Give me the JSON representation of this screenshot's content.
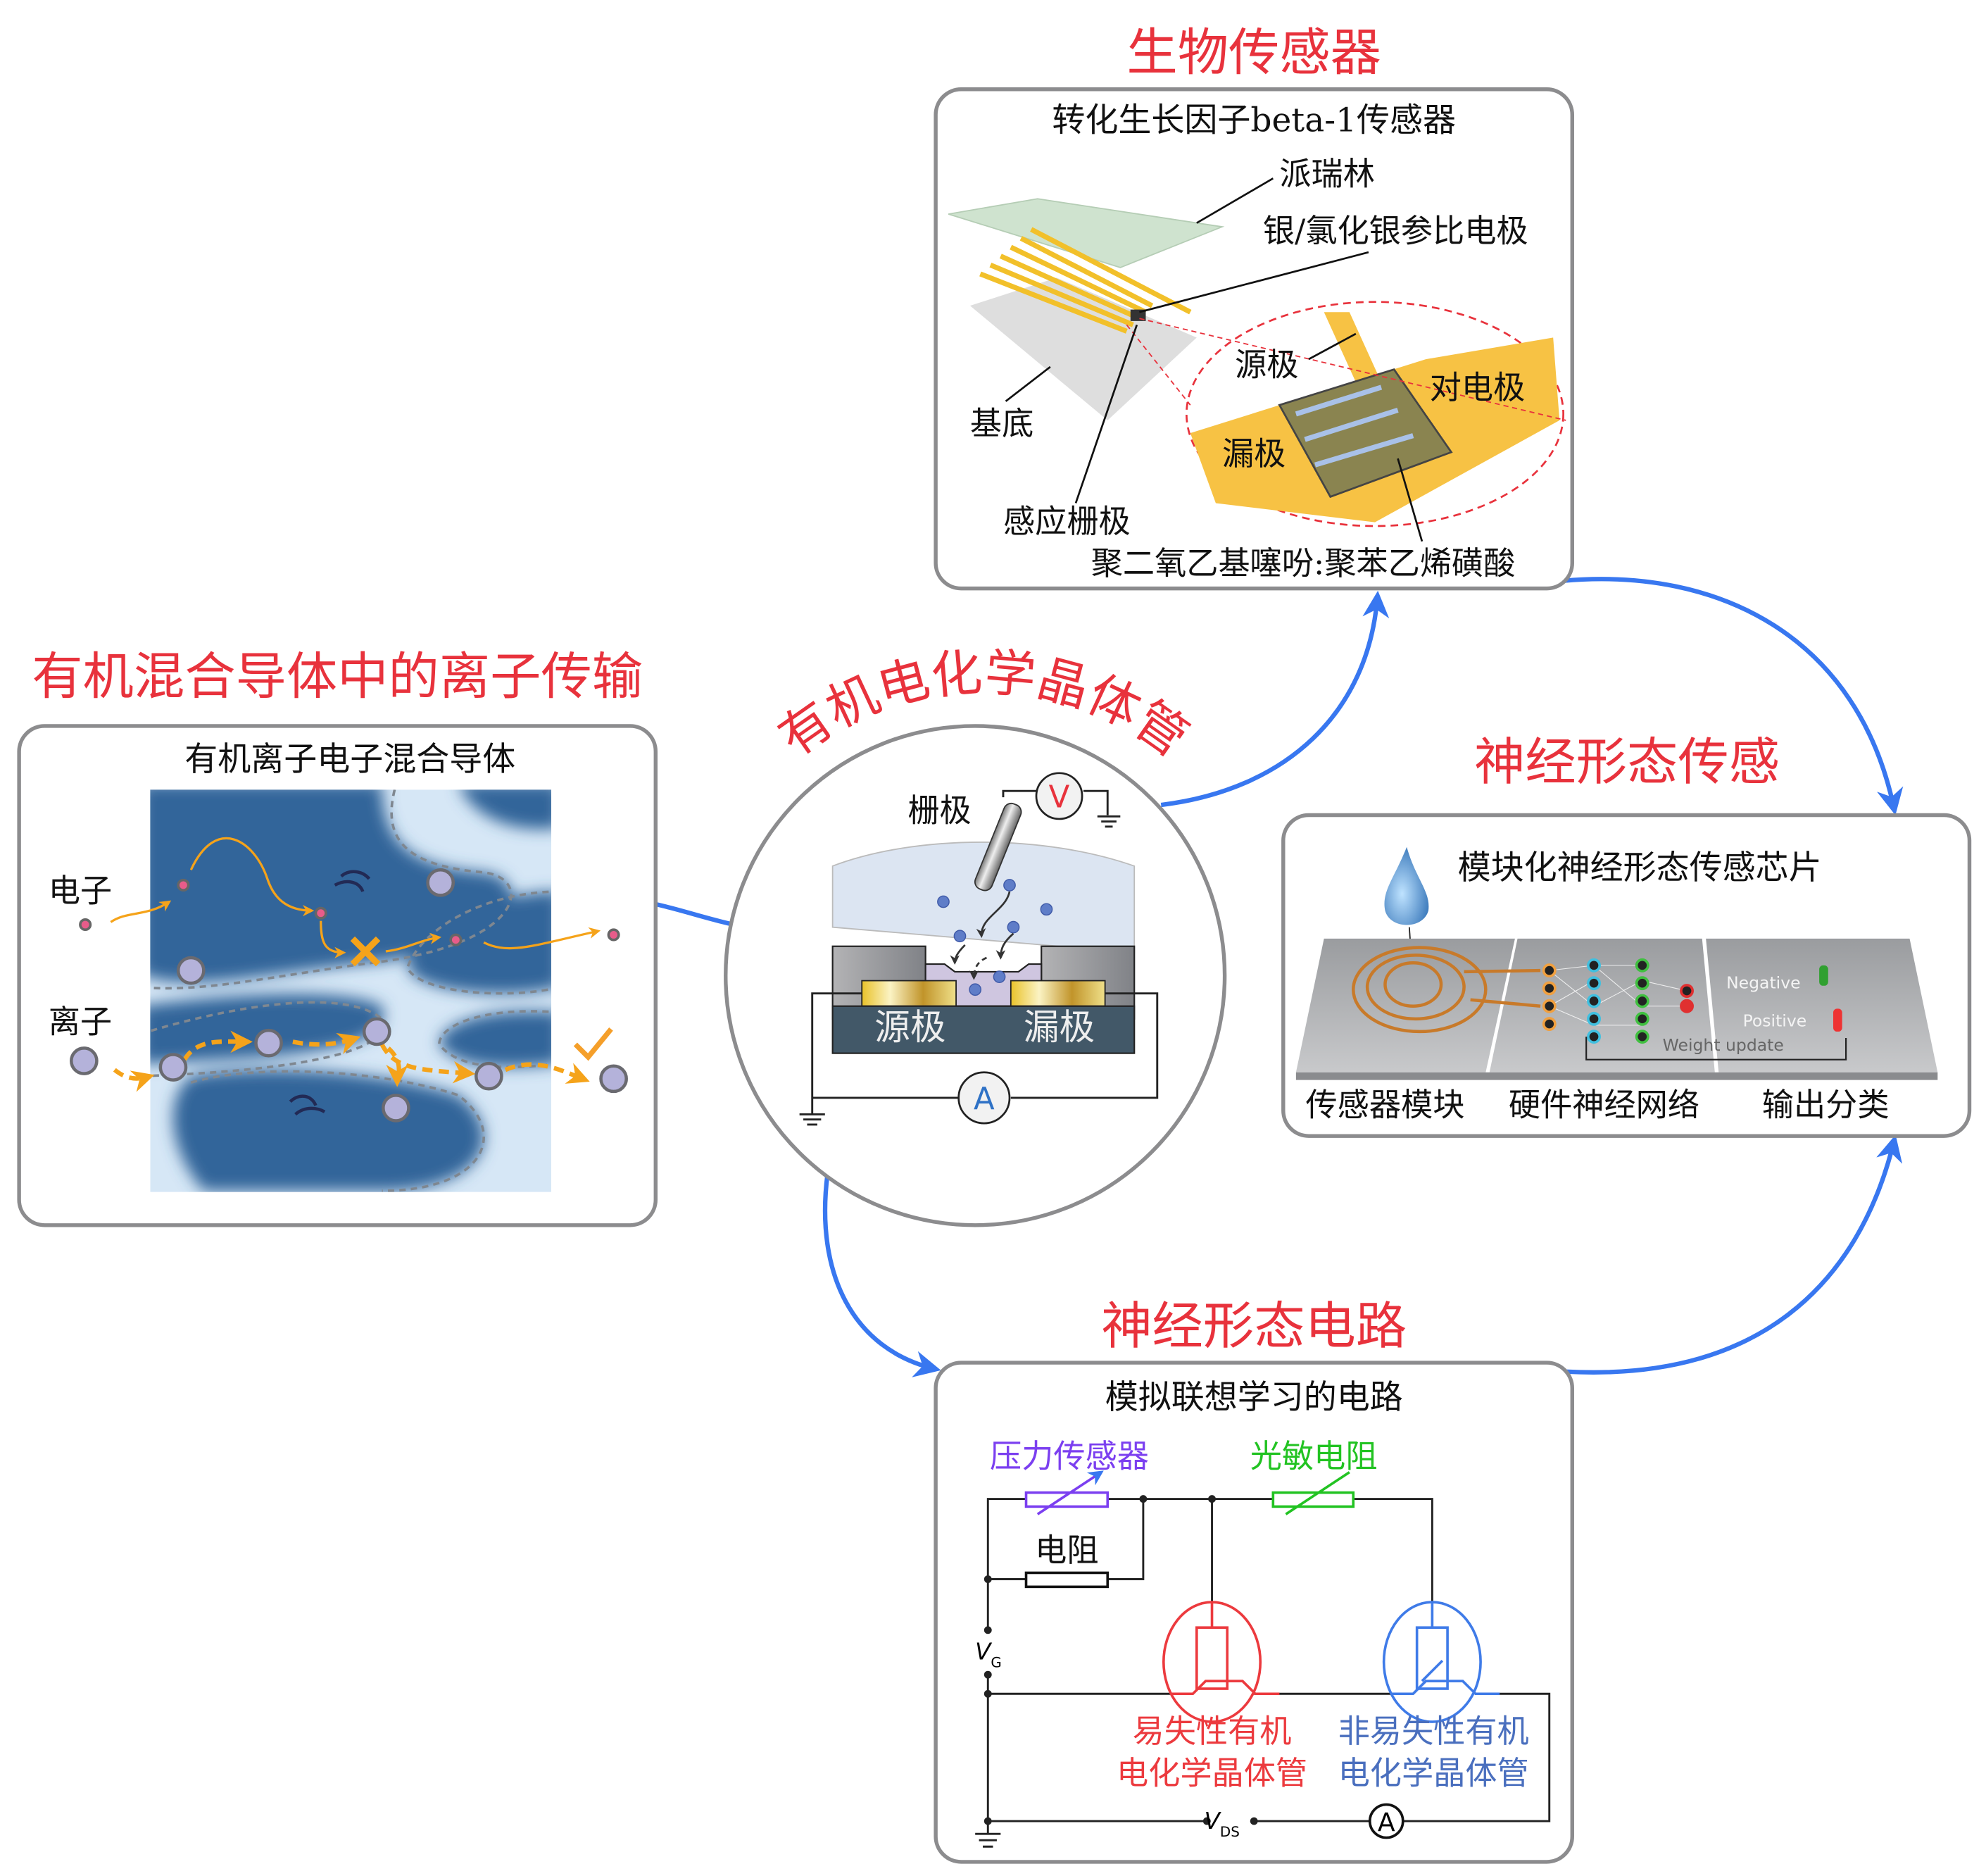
{
  "biosensor": {
    "section_title": "生物传感器",
    "box_title": "转化生长因子beta-1传感器",
    "labels": {
      "parylene": "派瑞林",
      "reference": "银/氯化银参比电极",
      "source": "源极",
      "counter": "对电极",
      "substrate": "基底",
      "drain": "漏极",
      "gate": "感应栅极",
      "pedot": "聚二氧乙基噻吩:聚苯乙烯磺酸"
    }
  },
  "ion_transport": {
    "section_title": "有机混合导体中的离子传输",
    "box_title": "有机离子电子混合导体",
    "electron_label": "电子",
    "ion_label": "离子"
  },
  "oect": {
    "section_title": "有机电化学晶体管",
    "gate_label": "栅极",
    "voltmeter": "V",
    "ammeter": "A",
    "source_label": "源极",
    "drain_label": "漏极"
  },
  "neuro_sensing": {
    "section_title": "神经形态传感",
    "box_title": "模块化神经形态传感芯片",
    "negative": "Negative",
    "positive": "Positive",
    "weight_update": "Weight update",
    "modules": [
      "传感器模块",
      "硬件神经网络",
      "输出分类"
    ]
  },
  "neuro_circuit": {
    "section_title": "神经形态电路",
    "box_title": "模拟联想学习的电路",
    "pressure_sensor": "压力传感器",
    "photoresistor": "光敏电阻",
    "resistor": "电阻",
    "vg": "V",
    "vg_sub": "G",
    "vds": "V",
    "vds_sub": "DS",
    "ammeter": "A",
    "volatile_line1": "易失性有机",
    "volatile_line2": "电化学晶体管",
    "nonvolatile_line1": "非易失性有机",
    "nonvolatile_line2": "电化学晶体管"
  },
  "colors": {
    "title_red": "#e8323c",
    "arrow_blue": "#3877f0",
    "pressure_purple": "#7b3ff0",
    "photo_green": "#22c322",
    "volatile_red": "#ec3a3e",
    "nonvolatile_blue": "#3f7be8"
  }
}
